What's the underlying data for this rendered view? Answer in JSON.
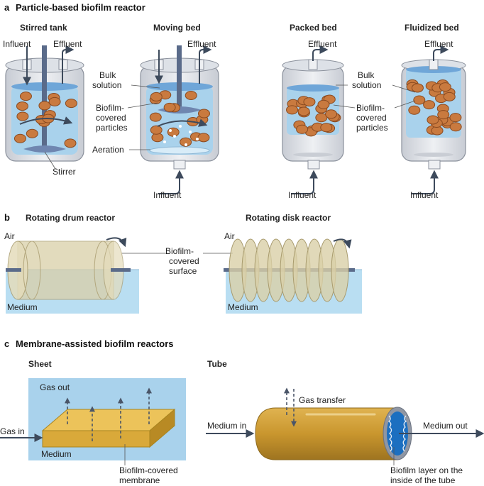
{
  "sections": {
    "a": {
      "letter": "a",
      "title": "Particle-based biofilm reactor"
    },
    "b": {
      "letter": "b"
    },
    "c": {
      "letter": "c",
      "title": "Membrane-assisted biofilm reactors"
    }
  },
  "reactors_a": {
    "stirred": {
      "title": "Stirred tank",
      "influent": "Influent",
      "effluent": "Effluent",
      "stirrer": "Stirrer"
    },
    "moving": {
      "title": "Moving bed",
      "effluent": "Effluent",
      "influent": "Influent",
      "bulk": [
        "Bulk",
        "solution"
      ],
      "particles": [
        "Biofilm-",
        "covered",
        "particles"
      ],
      "aeration": "Aeration"
    },
    "packed": {
      "title": "Packed bed",
      "effluent": "Effluent",
      "influent": "Influent"
    },
    "fluidized": {
      "title": "Fluidized bed",
      "effluent": "Effluent",
      "influent": "Influent",
      "bulk": [
        "Bulk",
        "solution"
      ],
      "particles": [
        "Biofilm-",
        "covered",
        "particles"
      ]
    }
  },
  "reactors_b": {
    "drum": {
      "title": "Rotating drum reactor",
      "air": "Air",
      "medium": "Medium"
    },
    "disk": {
      "title": "Rotating disk reactor",
      "air": "Air",
      "medium": "Medium"
    },
    "surface": [
      "Biofilm-",
      "covered",
      "surface"
    ]
  },
  "reactors_c": {
    "sheet": {
      "title": "Sheet",
      "gas_out": "Gas out",
      "gas_in": "Gas in",
      "medium": "Medium",
      "membrane": [
        "Biofilm-covered",
        "membrane"
      ]
    },
    "tube": {
      "title": "Tube",
      "gas_transfer": "Gas transfer",
      "medium_in": "Medium in",
      "medium_out": "Medium out",
      "layer": [
        "Biofilm layer on the",
        "inside of the tube"
      ]
    }
  },
  "colors": {
    "liquid": "#a9d2ec",
    "liquid_dark": "#6fa6d8",
    "particle": "#c97a3f",
    "particle_edge": "#8a4a20",
    "shaft": "#5a6b8a",
    "drum": "#d9cfa8",
    "membrane": "#e0b54a",
    "tube": "#c9962e",
    "biofilm": "#1c6fc0"
  }
}
